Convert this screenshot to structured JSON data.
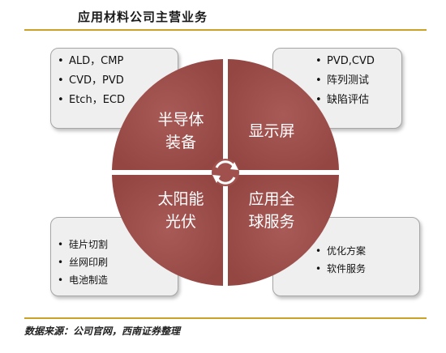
{
  "title": "应用材料公司主营业务",
  "source": "数据来源：公司官网，西南证券整理",
  "quadrants": {
    "top_left": {
      "line1": "半导体",
      "line2": "装备"
    },
    "top_right": {
      "line1": "显示屏"
    },
    "bottom_left": {
      "line1": "太阳能",
      "line2": "光伏"
    },
    "bottom_right": {
      "line1": "应用全",
      "line2": "球服务"
    }
  },
  "boxes": {
    "top_left": [
      "ALD，CMP",
      "CVD，PVD",
      "Etch，ECD"
    ],
    "top_right": [
      "PVD,CVD",
      "阵列测试",
      "缺陷评估"
    ],
    "bottom_left": [
      "硅片切割",
      "丝网印刷",
      "电池制造"
    ],
    "bottom_right": [
      "优化方案",
      "软件服务"
    ]
  },
  "colors": {
    "wheel": "#a0504d",
    "rule": "#c9a227",
    "box_bg": "#efefef"
  },
  "icons": {
    "center": "cycle-arrows-icon"
  }
}
